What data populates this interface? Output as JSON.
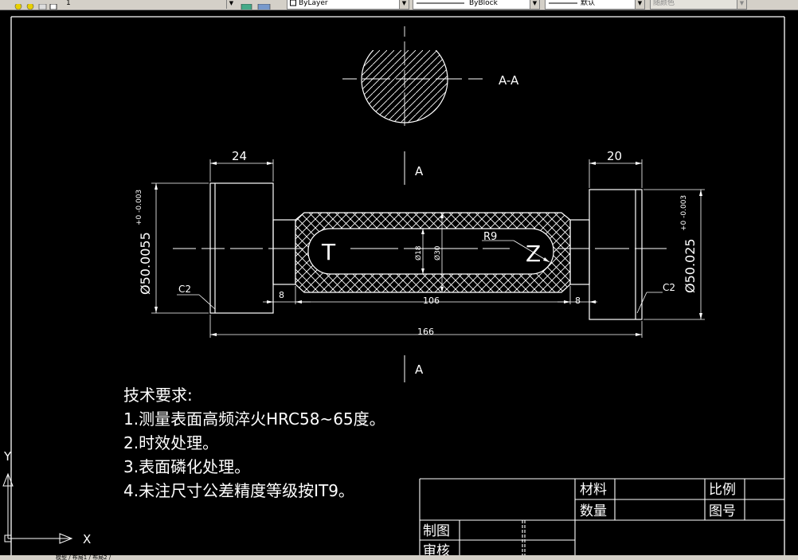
{
  "toolbar": {
    "layer_value": "1",
    "color_value": "ByLayer",
    "linetype_value": "ByBlock",
    "lineweight_value": "默认",
    "plotstyle_value": "随颜色"
  },
  "drawing": {
    "section_label": "A-A",
    "cut_label_top": "A",
    "cut_label_bottom": "A",
    "dims": {
      "left_width": "24",
      "right_width": "20",
      "left_diameter": "Ø50.0055",
      "left_tol": "+0 -0.003",
      "right_diameter": "Ø50.025",
      "right_tol": "+0 -0.003",
      "groove_left": "8",
      "groove_right": "8",
      "middle_length": "106",
      "total_length": "166",
      "d18": "Ø18",
      "d30": "Ø30",
      "radius": "R9",
      "chamfer_left": "C2",
      "chamfer_right": "C2"
    },
    "slot_letter_t": "T",
    "slot_letter_z": "Z"
  },
  "notes": {
    "title": "技术要求:",
    "items": [
      "1.测量表面高频淬火HRC58~65度。",
      "2.时效处理。",
      "3.表面磷化处理。",
      "4.未注尺寸公差精度等级按IT9。"
    ]
  },
  "title_block": {
    "material": "材料",
    "quantity": "数量",
    "scale": "比例",
    "drawing_no": "图号",
    "drawn_by": "制图",
    "checked_by": "审核"
  },
  "ucs": {
    "x": "X",
    "y": "Y"
  },
  "status_tabs": "模型 / 布局1 / 布局2 /",
  "colors": {
    "background": "#000000",
    "lines": "#ffffff",
    "ui": "#d4d0c8"
  }
}
